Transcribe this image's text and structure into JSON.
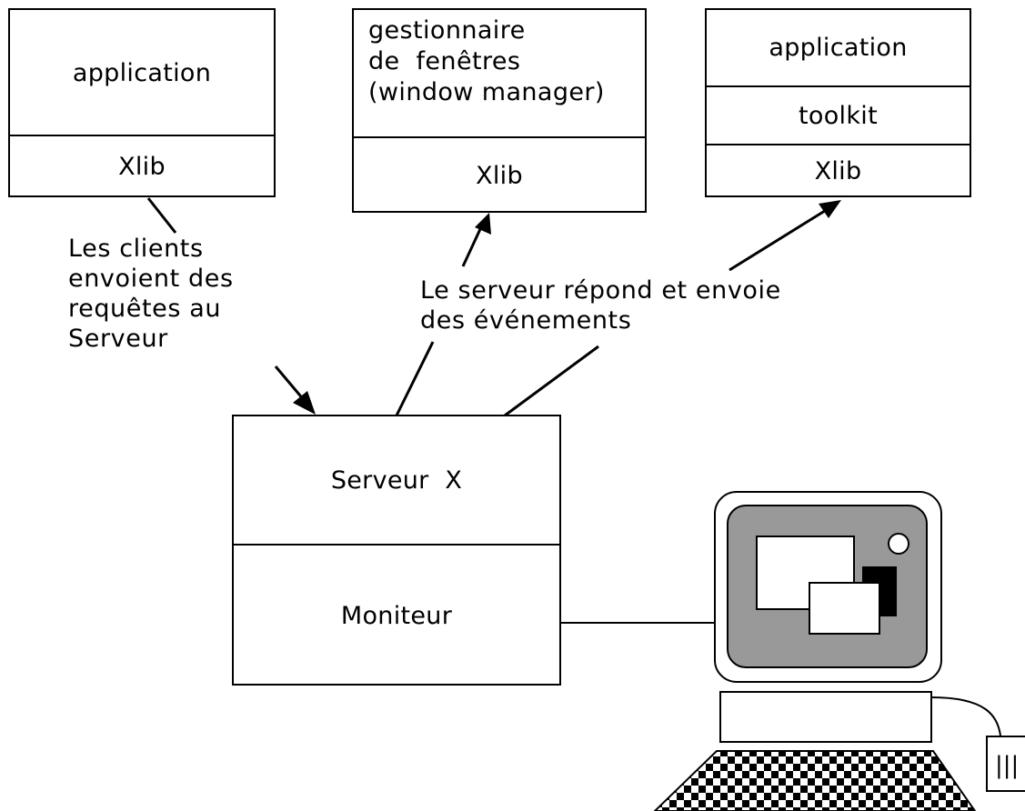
{
  "clients": [
    {
      "top": "application",
      "bottom": "Xlib"
    },
    {
      "top": [
        "gestionnaire",
        "de  fenêtres",
        "(window manager)"
      ],
      "bottom": "Xlib"
    },
    {
      "top": "application",
      "middle": "toolkit",
      "bottom": "Xlib"
    }
  ],
  "labels": {
    "requests": [
      "Les clients",
      "envoient des",
      "requêtes au",
      "Serveur"
    ],
    "responses": [
      "Le serveur répond et envoie",
      "des événements"
    ]
  },
  "server": {
    "top": "Serveur  X",
    "bottom": "Moniteur"
  },
  "computer": {
    "port_label": "|||"
  }
}
